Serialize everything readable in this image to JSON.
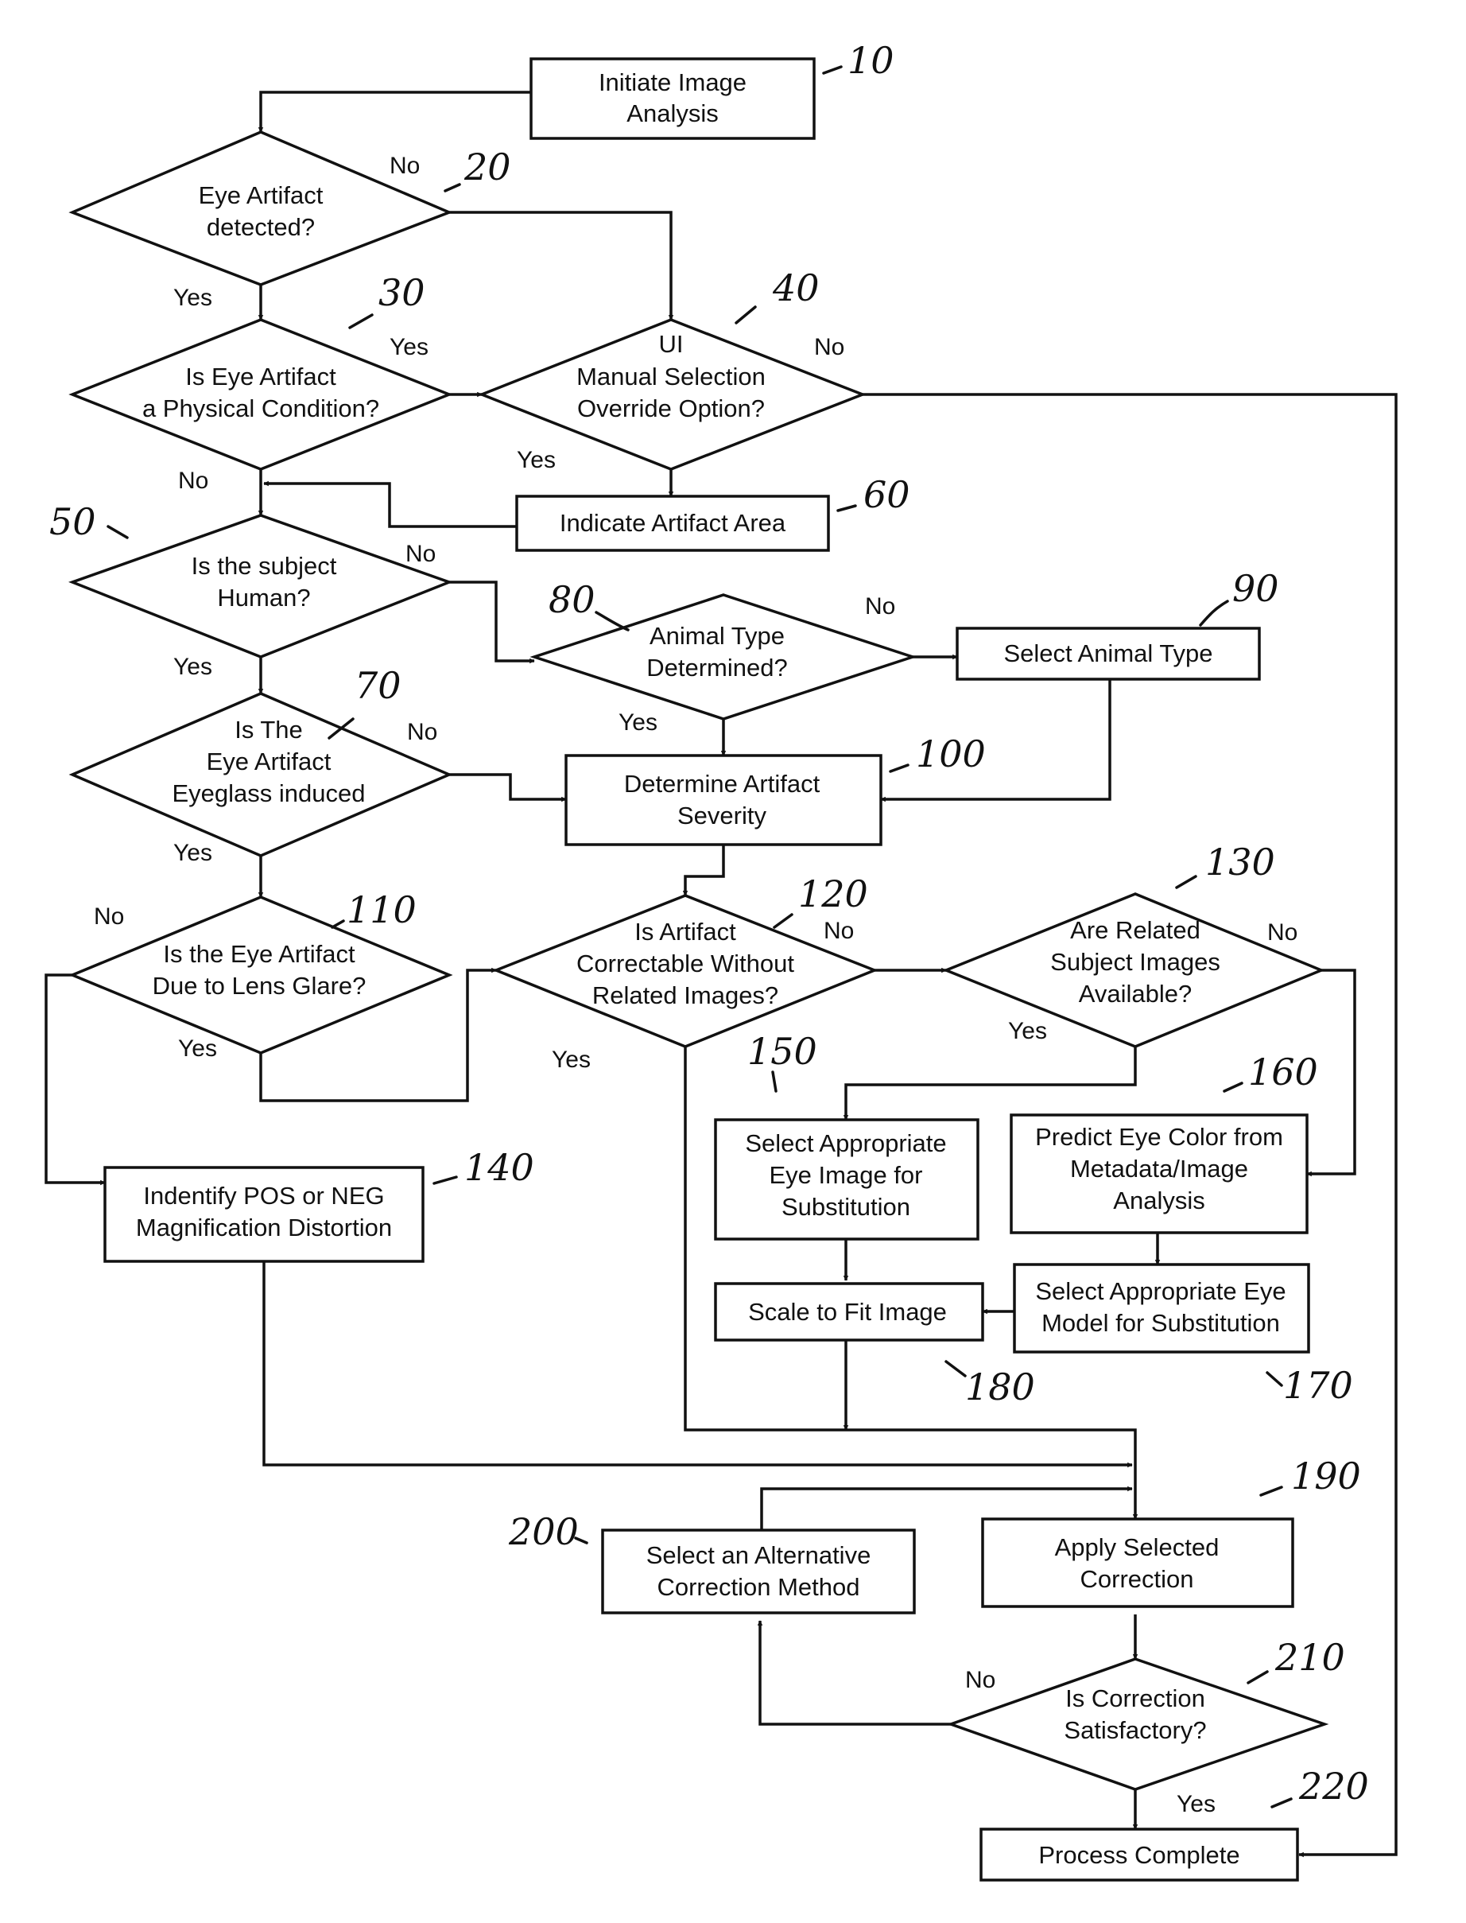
{
  "nodes": {
    "n10": {
      "type": "process",
      "ref": "10",
      "lines": [
        "Initiate Image",
        "Analysis"
      ]
    },
    "n20": {
      "type": "decision",
      "ref": "20",
      "lines": [
        "Eye Artifact",
        "detected?"
      ]
    },
    "n30": {
      "type": "decision",
      "ref": "30",
      "lines": [
        "Is Eye Artifact",
        "a Physical Condition?"
      ]
    },
    "n40": {
      "type": "decision",
      "ref": "40",
      "lines": [
        "UI",
        "Manual Selection",
        "Override Option?"
      ]
    },
    "n50": {
      "type": "decision",
      "ref": "50",
      "lines": [
        "Is the subject",
        "Human?"
      ]
    },
    "n60": {
      "type": "process",
      "ref": "60",
      "lines": [
        "Indicate Artifact Area"
      ]
    },
    "n70": {
      "type": "decision",
      "ref": "70",
      "lines": [
        "Is The",
        "Eye Artifact",
        "Eyeglass induced"
      ]
    },
    "n80": {
      "type": "decision",
      "ref": "80",
      "lines": [
        "Animal Type",
        "Determined?"
      ]
    },
    "n90": {
      "type": "process",
      "ref": "90",
      "lines": [
        "Select Animal Type"
      ]
    },
    "n100": {
      "type": "process",
      "ref": "100",
      "lines": [
        "Determine Artifact",
        "Severity"
      ]
    },
    "n110": {
      "type": "decision",
      "ref": "110",
      "lines": [
        "Is the Eye Artifact",
        "Due to Lens Glare?"
      ]
    },
    "n120": {
      "type": "decision",
      "ref": "120",
      "lines": [
        "Is Artifact",
        "Correctable Without",
        "Related Images?"
      ]
    },
    "n130": {
      "type": "decision",
      "ref": "130",
      "lines": [
        "Are Related",
        "Subject Images",
        "Available?"
      ]
    },
    "n140": {
      "type": "process",
      "ref": "140",
      "lines": [
        "Indentify POS or NEG",
        "Magnification Distortion"
      ]
    },
    "n150": {
      "type": "process",
      "ref": "150",
      "lines": [
        "Select Appropriate",
        "Eye Image for",
        "Substitution"
      ]
    },
    "n160": {
      "type": "process",
      "ref": "160",
      "lines": [
        "Predict Eye Color from",
        "Metadata/Image",
        "Analysis"
      ]
    },
    "n170": {
      "type": "process",
      "ref": "170",
      "lines": [
        "Select Appropriate Eye",
        "Model for Substitution"
      ]
    },
    "n180": {
      "type": "process",
      "ref": "180",
      "lines": [
        "Scale to Fit Image"
      ]
    },
    "n190": {
      "type": "process",
      "ref": "190",
      "lines": [
        "Apply  Selected",
        "Correction"
      ]
    },
    "n200": {
      "type": "process",
      "ref": "200",
      "lines": [
        "Select an Alternative",
        "Correction Method"
      ]
    },
    "n210": {
      "type": "decision",
      "ref": "210",
      "lines": [
        "Is Correction",
        "Satisfactory?"
      ]
    },
    "n220": {
      "type": "process",
      "ref": "220",
      "lines": [
        "Process Complete"
      ]
    }
  },
  "edges": {
    "e20_no": "No",
    "e20_yes": "Yes",
    "e30_yes": "Yes",
    "e30_no": "No",
    "e40_no": "No",
    "e40_yes": "Yes",
    "e50_no": "No",
    "e50_yes": "Yes",
    "e70_no": "No",
    "e70_yes": "Yes",
    "e80_no": "No",
    "e80_yes": "Yes",
    "e110_no": "No",
    "e110_yes": "Yes",
    "e120_no": "No",
    "e120_yes": "Yes",
    "e130_no": "No",
    "e130_yes": "Yes",
    "e210_no": "No",
    "e210_yes": "Yes"
  }
}
